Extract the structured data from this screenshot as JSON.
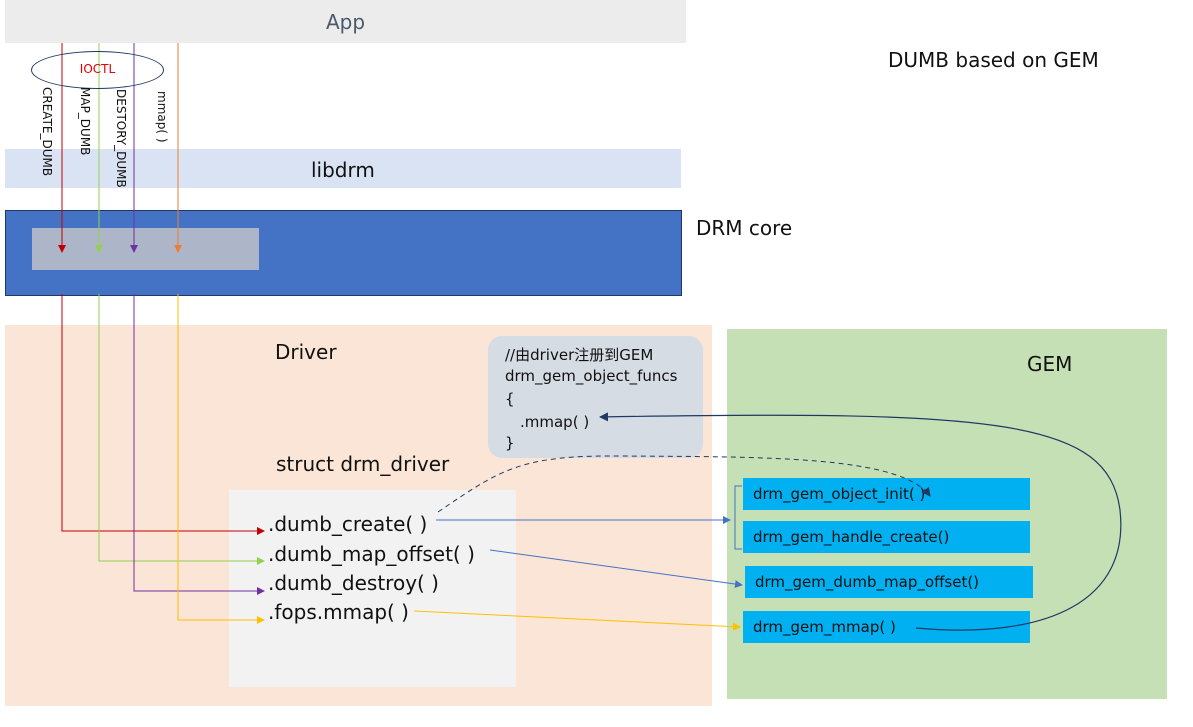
{
  "app": {
    "label": "App"
  },
  "title": "DUMB based on GEM",
  "libdrm": {
    "label": "libdrm"
  },
  "drm_core": {
    "label": "DRM core"
  },
  "ioctl": {
    "label": "IOCTL",
    "calls": [
      "CREATE_DUMB",
      "MAP_DUMB",
      "DESTORY_DUMB",
      "mmap( )"
    ]
  },
  "driver": {
    "label": "Driver",
    "struct_label": "struct drm_driver",
    "functions": [
      ".dumb_create( )",
      ".dumb_map_offset( )",
      ".dumb_destroy( )",
      ".fops.mmap( )"
    ]
  },
  "callout": {
    "lines": [
      "//由driver注册到GEM",
      "drm_gem_object_funcs",
      "{",
      ".mmap( )",
      "}"
    ]
  },
  "gem": {
    "label": "GEM",
    "functions": [
      "drm_gem_object_init( )",
      "drm_gem_handle_create()",
      "drm_gem_dumb_map_offset()",
      "drm_gem_mmap( )"
    ]
  },
  "colors": {
    "create": "#c00000",
    "map": "#92d050",
    "destroy": "#7030a0",
    "mmap": "#ffc000",
    "blue_link": "#4472c4"
  }
}
